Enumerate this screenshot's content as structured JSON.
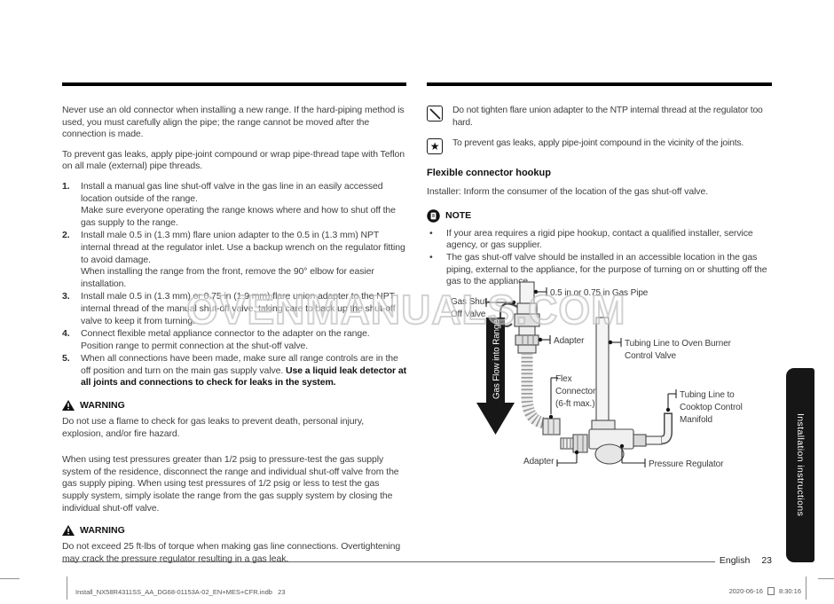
{
  "page": {
    "watermark": "OVENMANUALS.COM",
    "side_tab_label": "Installation instructions",
    "page_footer": {
      "language": "English",
      "page_number": "23"
    },
    "print_footer": {
      "file": "Install_NX58R4311SS_AA_DG68-01153A-02_EN+MES+CFR.indb   23",
      "date": "2020-06-16",
      "time": "8:30:16"
    },
    "colors": {
      "ink": "#111111",
      "body_text": "#3f3f3f",
      "tab_bg": "#161616",
      "watermark_outline": "#bababa"
    }
  },
  "left_column": {
    "intro_paragraph_1": "Never use an old connector when installing a new range. If the hard-piping method is used, you must carefully align the pipe; the range cannot be moved after the connection is made.",
    "intro_paragraph_2": "To prevent gas leaks, apply pipe-joint compound or wrap pipe-thread tape with Teflon on all male (external) pipe threads.",
    "steps": [
      {
        "num": "1.",
        "text": "Install a manual gas line shut-off valve in the gas line in an easily accessed location outside of the range.",
        "extra": "Make sure everyone operating the range knows where and how to shut off the gas supply to the range."
      },
      {
        "num": "2.",
        "text": "Install male 0.5 in (1.3 mm) flare union adapter to the 0.5 in (1.3 mm) NPT internal thread at the regulator inlet. Use a backup wrench on the regulator fitting to avoid damage.",
        "extra": "When installing the range from the front, remove the 90° elbow for easier installation."
      },
      {
        "num": "3.",
        "text": "Install male 0.5 in (1.3 mm) or 0.75 in (1.9 mm) flare union adapter to the NPT internal thread of the manual shut-off valve, taking care to back up the shut-off valve to keep it from turning."
      },
      {
        "num": "4.",
        "text": "Connect flexible metal appliance connector to the adapter on the range.",
        "extra": "Position range to permit connection at the shut-off valve."
      },
      {
        "num": "5.",
        "text": "When all connections have been made, make sure all range controls are in the off position and turn on the main gas supply valve. ",
        "bold": "Use a liquid leak detector at all joints and connections to check for leaks in the system."
      }
    ],
    "warning1": {
      "icon": "warning-icon",
      "title": "WARNING",
      "text": "Do not use a flame to check for gas leaks to prevent death, personal injury, explosion, and/or fire hazard."
    },
    "pressure_paragraph": "When using test pressures greater than 1/2 psig to pressure-test the gas supply system of the residence, disconnect the range and individual shut-off valve from the gas supply piping. When using test pressures of 1/2 psig or less to test the gas supply system, simply isolate the range from the gas supply system by closing the individual shut-off valve.",
    "warning2": {
      "icon": "warning-icon",
      "title": "WARNING",
      "text": "Do not exceed 25 ft-lbs of torque when making gas line connections. Overtightening may crack the pressure regulator resulting in a gas leak."
    }
  },
  "right_column": {
    "callouts": [
      {
        "icon": "prohibition-icon",
        "text": "Do not tighten flare union adapter to the NTP internal thread at the regulator too hard."
      },
      {
        "icon": "star-icon",
        "text": "To prevent gas leaks, apply pipe-joint compound in the vicinity of the joints."
      }
    ],
    "section_title": "Flexible connector hookup",
    "installer_note": "Installer: Inform the consumer of the location of the gas shut-off valve.",
    "note": {
      "icon": "note-icon",
      "title": "NOTE",
      "bullets": [
        "If your area requires a rigid pipe hookup, contact a qualified installer, service agency, or gas supplier.",
        "The gas shut-off valve should be installed in an accessible location in the gas piping, external to the appliance, for the purpose of turning on or shutting off the gas to the appliance."
      ]
    },
    "diagram": {
      "labels": {
        "gas_pipe": "0.5 in or 0.75 in Gas Pipe",
        "shutoff_line1": "Gas Shut-",
        "shutoff_line2": "Off Valve",
        "adapter_top": "Adapter",
        "oven_line1": "Tubing Line to Oven Burner",
        "oven_line2": "Control Valve",
        "flex_line1": "Flex",
        "flex_line2": "Connector",
        "flex_line3": "(6-ft max.)",
        "gas_flow": "Gas Flow into Range",
        "adapter_bottom": "Adapter",
        "pressure_regulator": "Pressure Regulator",
        "cooktop_line1": "Tubing Line to",
        "cooktop_line2": "Cooktop Control",
        "cooktop_line3": "Manifold"
      }
    }
  }
}
